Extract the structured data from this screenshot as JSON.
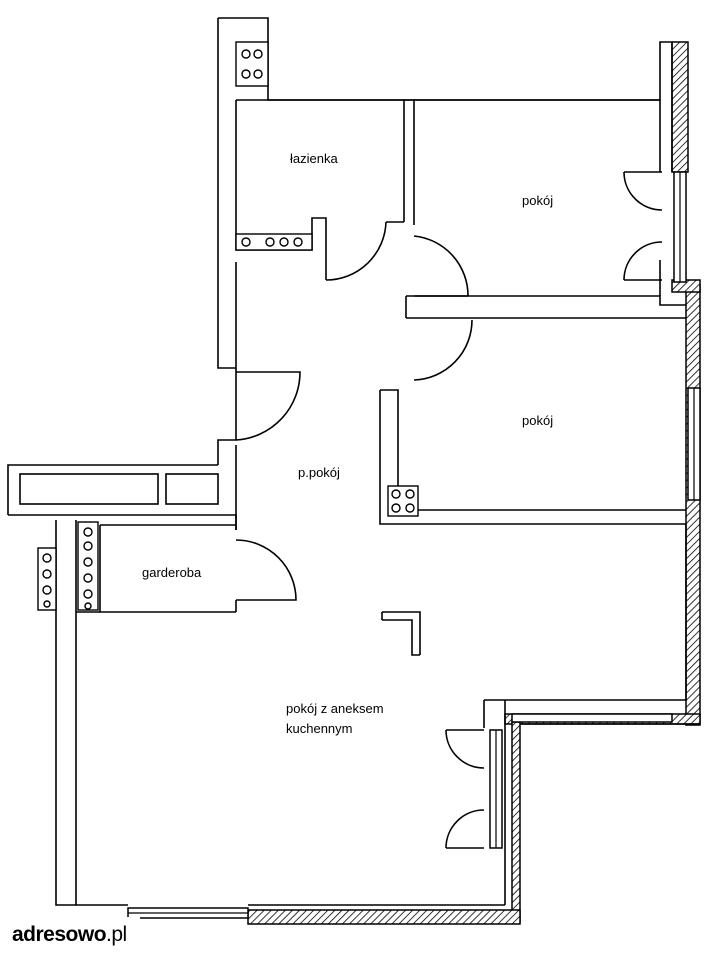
{
  "rooms": {
    "bathroom": "łazienka",
    "room1": "pokój",
    "room2": "pokój",
    "hall": "p.pokój",
    "wardrobe": "garderoba",
    "living_line1": "pokój z aneksem",
    "living_line2": "kuchennym"
  },
  "watermark": {
    "brand": "adresowo",
    "tld": ".pl"
  },
  "icons": {
    "door": "door-swing-arc",
    "window": "window-frame",
    "duct": "ventilation-duct",
    "column": "column"
  },
  "colors": {
    "lines": "#000000",
    "background": "#ffffff"
  }
}
